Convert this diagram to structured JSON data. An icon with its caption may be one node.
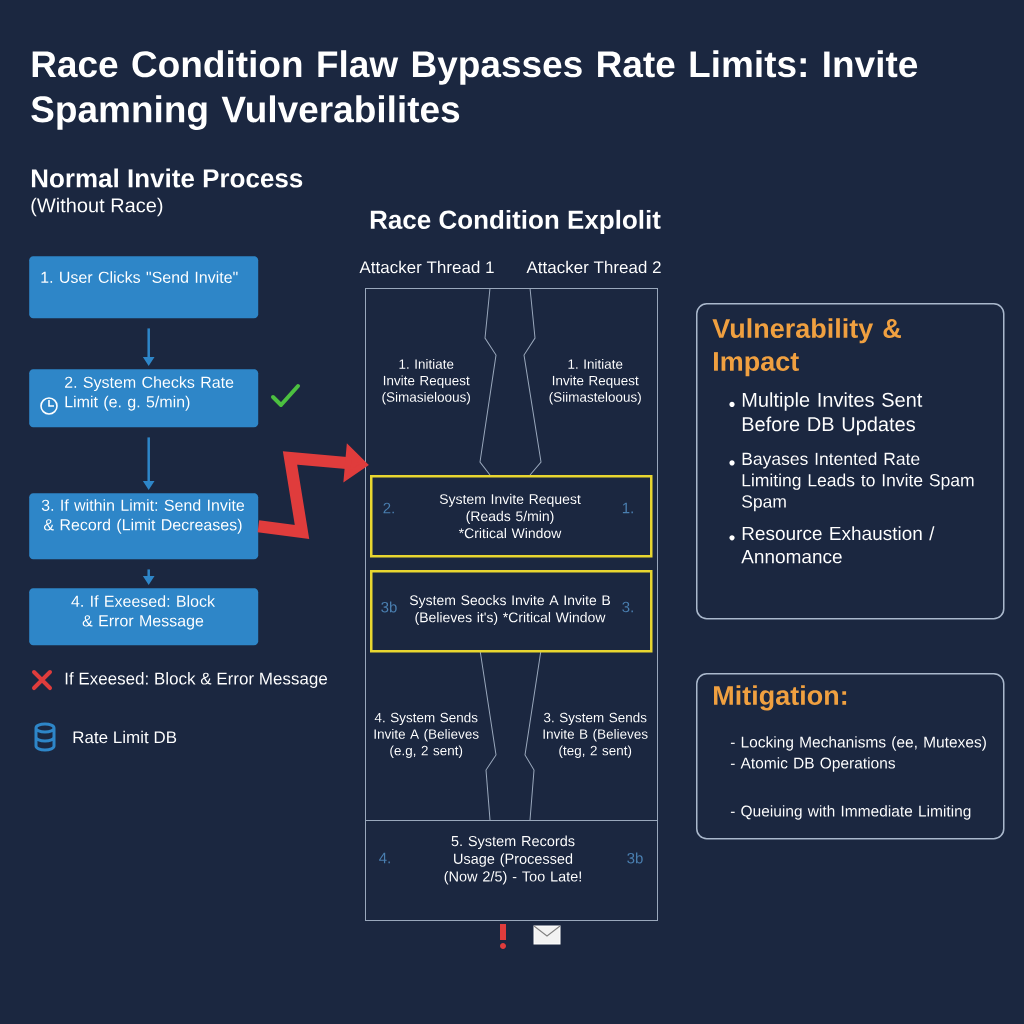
{
  "diagram": {
    "title": "Race Condition Flaw Bypasses Rate Limits: Invite Spamning Vulverabilites",
    "nodes": [
      {
        "text": [
          "1. User Clicks \"Send Invite\""
        ]
      },
      {
        "text": [
          "2. System Checks Rate Limit (e. g. 5/min)"
        ]
      },
      {
        "text": [
          "3. If within Limit: Send Invite & Record (Limit Decreases)"
        ]
      },
      {
        "text": [
          "4. If Exeesed: Block & Error Message"
        ]
      },
      {
        "text": [
          "Race Condition Explolit"
        ]
      },
      {
        "text": [
          "1. Initiate Invite Request (Simasieloous)"
        ],
        "in": 4
      },
      {
        "text": [
          "1. Initiate Invite Request (Siimasteloous)"
        ],
        "in": 4
      },
      {
        "text": [
          "2.",
          "System Invite Request (Reads 5/min) *Critical Window",
          "1."
        ],
        "in": 4
      },
      {
        "text": [
          "3b",
          "System Seocks Invite A Invite B (Believes it's) *Critical Window",
          "3."
        ],
        "in": 4
      },
      {
        "text": [
          "4. System Sends Invite A (Believes (e.g, 2 sent)"
        ],
        "in": 4
      },
      {
        "text": [
          "3. System Sends Invite B (Believes (teg, 2 sent)"
        ],
        "in": 4
      },
      {
        "text": [
          "4.",
          "5. System Records Usage (Processed (Now 2/5) - Too Late!",
          "3b"
        ],
        "in": 4
      },
      {
        "text": [
          "Vulnerability & Impact",
          "Multiple Invites Sent Before DB Updates",
          "Bayases Intented Rate Limiting Leads to Invite Spam Spam",
          "Resource Exhaustion / Annomance"
        ]
      },
      {
        "text": [
          "Mitigation:",
          "- Locking Mechanisms (ee, Mutexes)",
          "- Atomic DB Operations",
          "- Queiuing with Immediate Limiting"
        ]
      }
    ],
    "edges": [
      {
        "from": 0,
        "to": 1,
        "arrow": "to"
      },
      {
        "from": 1,
        "to": 2,
        "arrow": "to"
      },
      {
        "from": 2,
        "to": 3,
        "arrow": "to"
      },
      {
        "from": 2,
        "to": 4,
        "arrow": "to",
        "style": "thick",
        "color": "#e03c3c"
      }
    ],
    "labels": [
      "Normal Invite Process",
      "(Without Race)",
      "Attacker Thread 1",
      "Attacker Thread 2",
      "If Exeesed: Block & Error Message",
      "Rate Limit DB"
    ]
  }
}
